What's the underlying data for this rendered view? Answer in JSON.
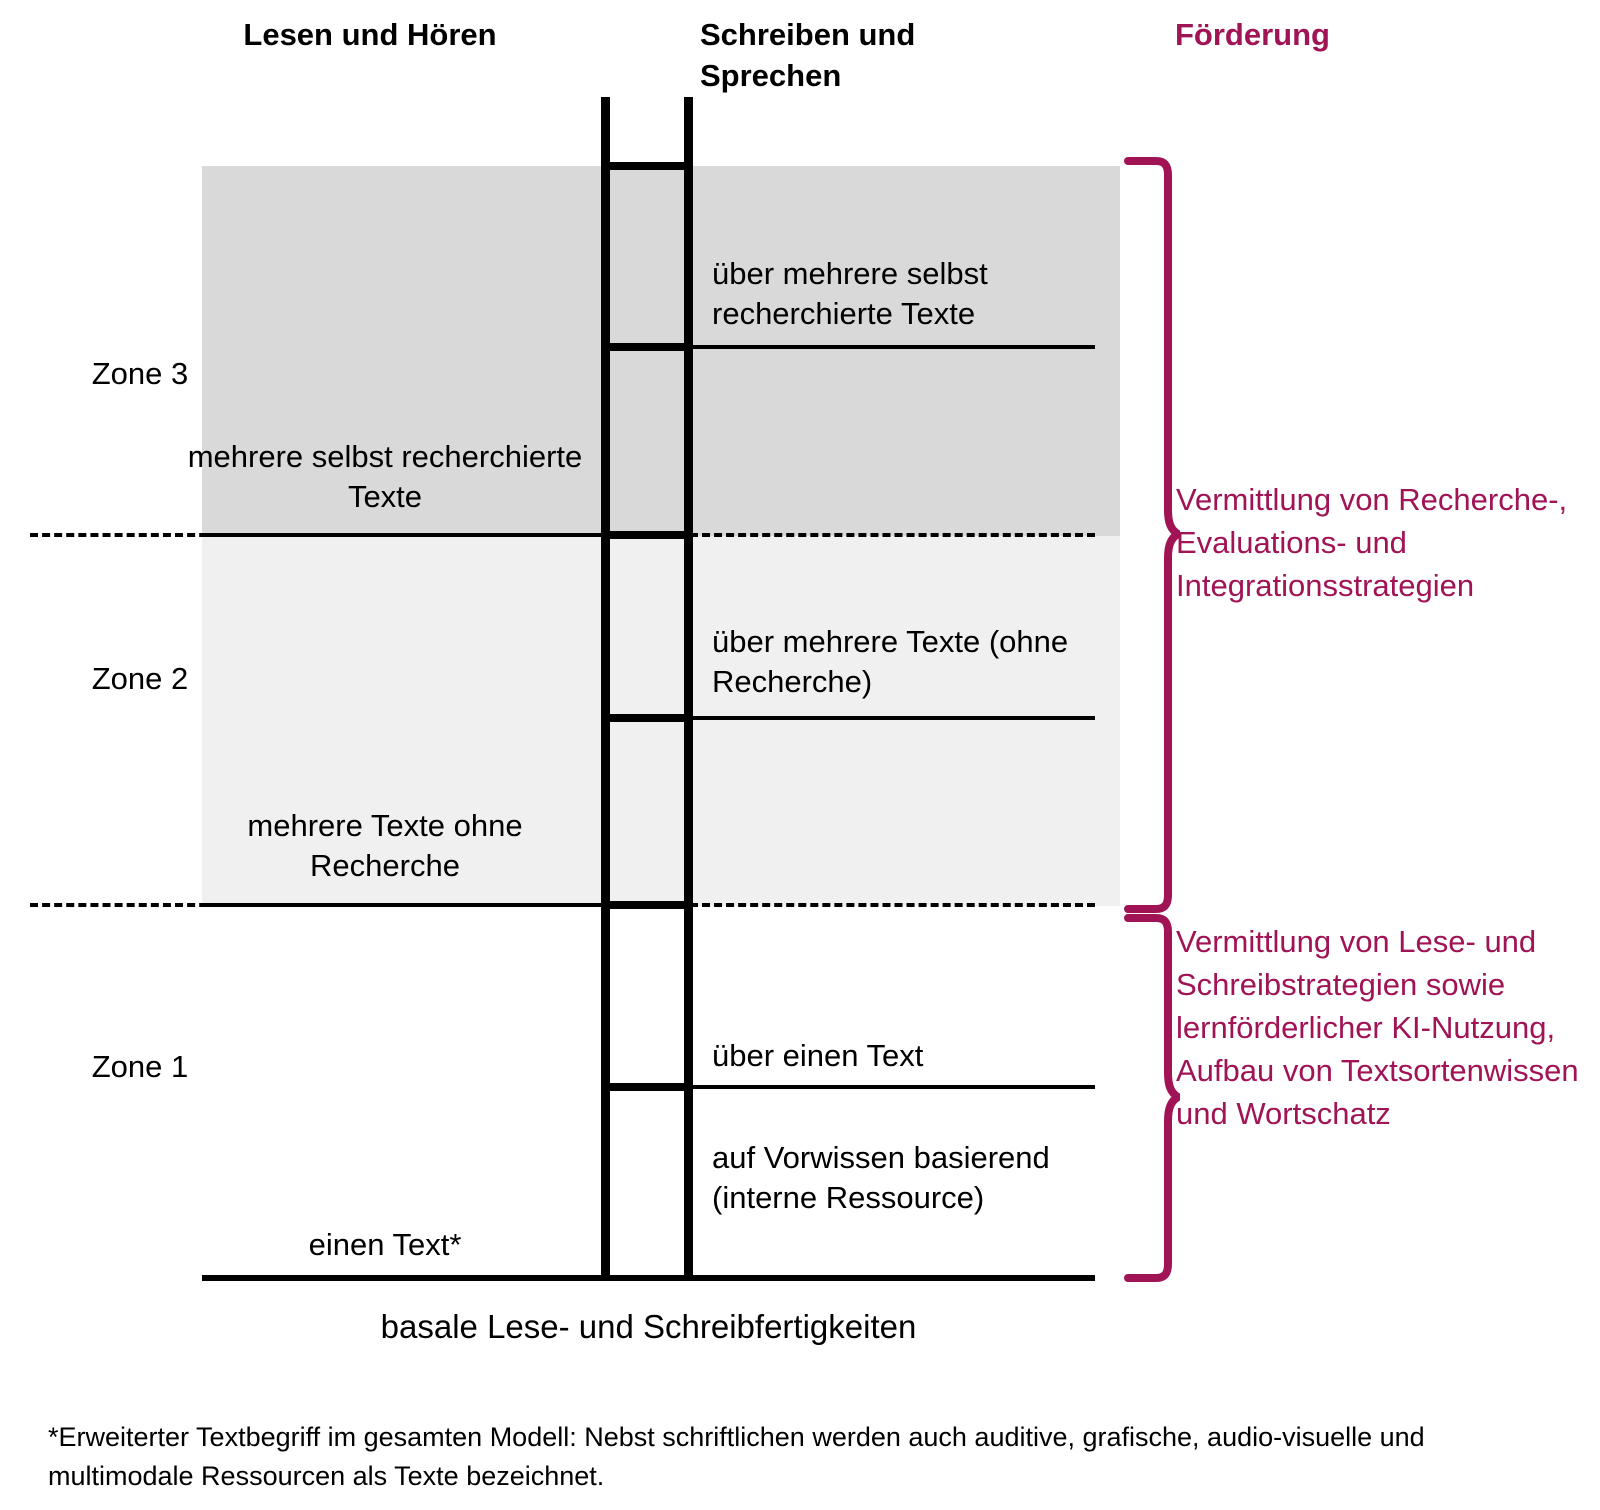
{
  "headers": {
    "left_column": "Lesen und Hören",
    "middle_column": "Schreiben und Sprechen",
    "right_column": "Förderung"
  },
  "colors": {
    "accent_magenta": "#A01355",
    "zone3_band": "#D9D9D9",
    "zone2_band": "#F0F0F0",
    "line": "#000000"
  },
  "zones": [
    {
      "label": "Zone 3"
    },
    {
      "label": "Zone 2"
    },
    {
      "label": "Zone 1"
    }
  ],
  "left_cells": [
    {
      "text": "mehrere selbst recherchierte Texte"
    },
    {
      "text": "mehrere Texte ohne Recherche"
    },
    {
      "text": "einen Text*"
    }
  ],
  "right_cells": [
    {
      "text": "über mehrere selbst recherchierte Texte"
    },
    {
      "text": "über mehrere Texte (ohne Recherche)"
    },
    {
      "text": "über einen Text"
    },
    {
      "text": "auf Vorwissen basierend (interne Ressource)"
    }
  ],
  "foerderung": [
    {
      "text": "Vermittlung von Recherche-, Evaluations- und Integrationsstrategien"
    },
    {
      "text": "Vermittlung von Lese- und Schreibstrategien sowie lernförderlicher KI-Nutzung, Aufbau von Textsortenwissen und Wortschatz"
    }
  ],
  "caption": "basale Lese- und Schreibfertigkeiten",
  "footnote": "*Erweiterter Textbegriff im gesamten Modell: Nebst schriftlichen werden auch auditive, grafische, audio-visuelle und multimodale Ressourcen als Texte bezeichnet."
}
